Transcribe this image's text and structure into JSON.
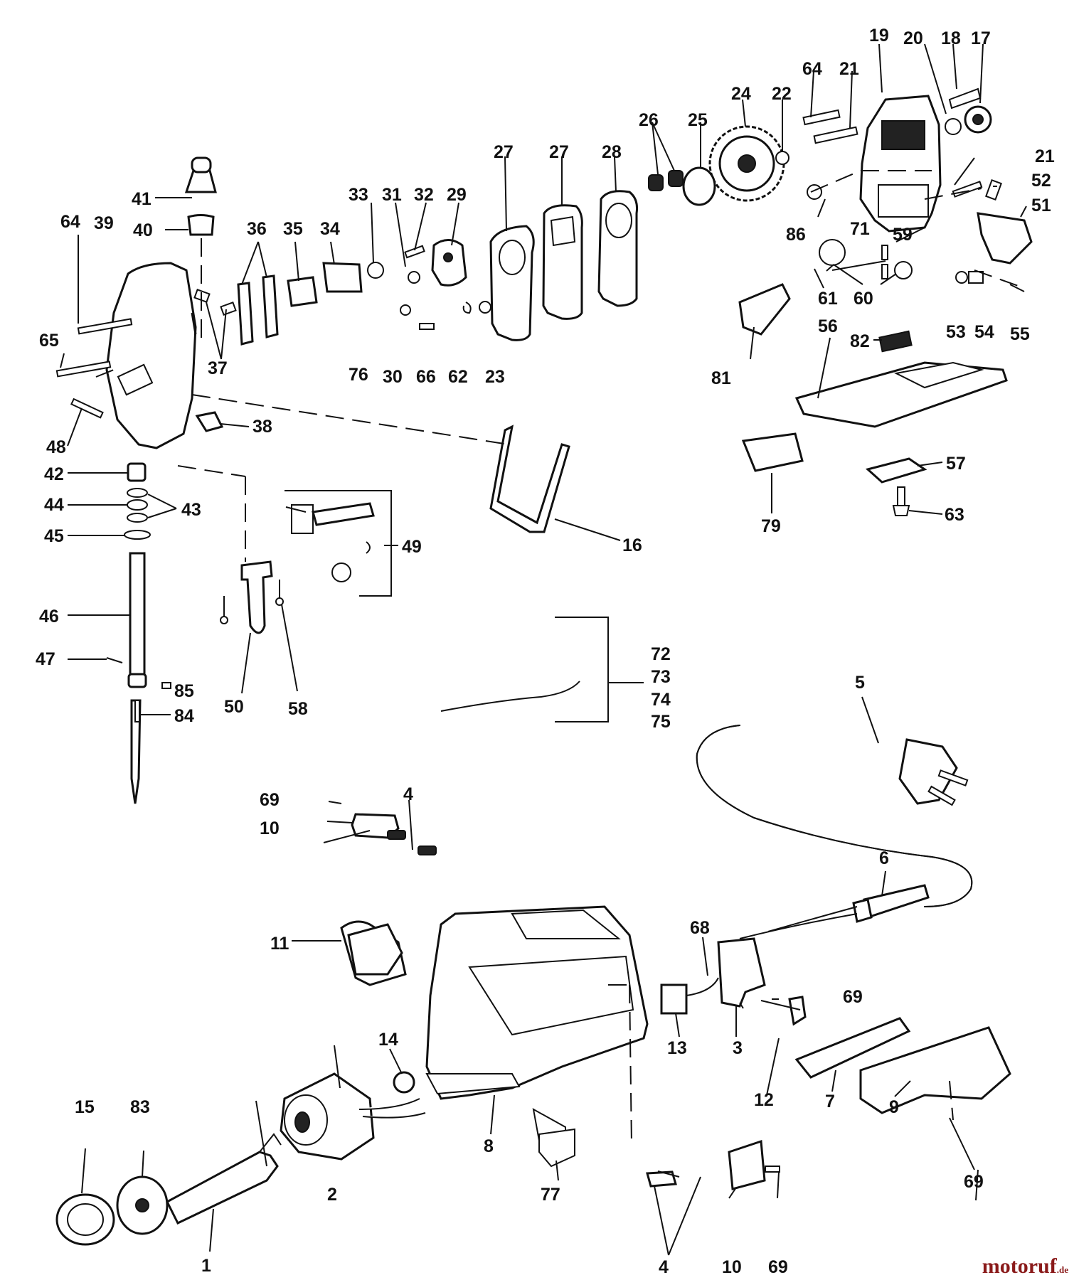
{
  "diagram": {
    "part_labels": [
      {
        "id": "p1",
        "text": "1"
      },
      {
        "id": "p2",
        "text": "2"
      },
      {
        "id": "p3",
        "text": "3"
      },
      {
        "id": "p4a",
        "text": "4"
      },
      {
        "id": "p4b",
        "text": "4"
      },
      {
        "id": "p5",
        "text": "5"
      },
      {
        "id": "p6",
        "text": "6"
      },
      {
        "id": "p7",
        "text": "7"
      },
      {
        "id": "p8",
        "text": "8"
      },
      {
        "id": "p9",
        "text": "9"
      },
      {
        "id": "p10a",
        "text": "10"
      },
      {
        "id": "p10b",
        "text": "10"
      },
      {
        "id": "p11",
        "text": "11"
      },
      {
        "id": "p12",
        "text": "12"
      },
      {
        "id": "p13",
        "text": "13"
      },
      {
        "id": "p14",
        "text": "14"
      },
      {
        "id": "p15",
        "text": "15"
      },
      {
        "id": "p16",
        "text": "16"
      },
      {
        "id": "p17",
        "text": "17"
      },
      {
        "id": "p18",
        "text": "18"
      },
      {
        "id": "p19",
        "text": "19"
      },
      {
        "id": "p20",
        "text": "20"
      },
      {
        "id": "p21a",
        "text": "21"
      },
      {
        "id": "p21b",
        "text": "21"
      },
      {
        "id": "p22",
        "text": "22"
      },
      {
        "id": "p23",
        "text": "23"
      },
      {
        "id": "p24",
        "text": "24"
      },
      {
        "id": "p25",
        "text": "25"
      },
      {
        "id": "p26",
        "text": "26"
      },
      {
        "id": "p27a",
        "text": "27"
      },
      {
        "id": "p27b",
        "text": "27"
      },
      {
        "id": "p28",
        "text": "28"
      },
      {
        "id": "p29",
        "text": "29"
      },
      {
        "id": "p30",
        "text": "30"
      },
      {
        "id": "p31",
        "text": "31"
      },
      {
        "id": "p32",
        "text": "32"
      },
      {
        "id": "p33",
        "text": "33"
      },
      {
        "id": "p34",
        "text": "34"
      },
      {
        "id": "p35",
        "text": "35"
      },
      {
        "id": "p36",
        "text": "36"
      },
      {
        "id": "p37",
        "text": "37"
      },
      {
        "id": "p38",
        "text": "38"
      },
      {
        "id": "p39",
        "text": "39"
      },
      {
        "id": "p40",
        "text": "40"
      },
      {
        "id": "p41",
        "text": "41"
      },
      {
        "id": "p42",
        "text": "42"
      },
      {
        "id": "p43",
        "text": "43"
      },
      {
        "id": "p44",
        "text": "44"
      },
      {
        "id": "p45",
        "text": "45"
      },
      {
        "id": "p46",
        "text": "46"
      },
      {
        "id": "p47",
        "text": "47"
      },
      {
        "id": "p48",
        "text": "48"
      },
      {
        "id": "p49",
        "text": "49"
      },
      {
        "id": "p50",
        "text": "50"
      },
      {
        "id": "p51",
        "text": "51"
      },
      {
        "id": "p52",
        "text": "52"
      },
      {
        "id": "p53",
        "text": "53"
      },
      {
        "id": "p54",
        "text": "54"
      },
      {
        "id": "p55",
        "text": "55"
      },
      {
        "id": "p56",
        "text": "56"
      },
      {
        "id": "p57",
        "text": "57"
      },
      {
        "id": "p58",
        "text": "58"
      },
      {
        "id": "p59",
        "text": "59"
      },
      {
        "id": "p60",
        "text": "60"
      },
      {
        "id": "p61",
        "text": "61"
      },
      {
        "id": "p62",
        "text": "62"
      },
      {
        "id": "p63",
        "text": "63"
      },
      {
        "id": "p64a",
        "text": "64"
      },
      {
        "id": "p64b",
        "text": "64"
      },
      {
        "id": "p65",
        "text": "65"
      },
      {
        "id": "p66",
        "text": "66"
      },
      {
        "id": "p68",
        "text": "68"
      },
      {
        "id": "p69a",
        "text": "69"
      },
      {
        "id": "p69b",
        "text": "69"
      },
      {
        "id": "p69c",
        "text": "69"
      },
      {
        "id": "p69d",
        "text": "69"
      },
      {
        "id": "p71",
        "text": "71"
      },
      {
        "id": "p72",
        "text": "72"
      },
      {
        "id": "p73",
        "text": "73"
      },
      {
        "id": "p74",
        "text": "74"
      },
      {
        "id": "p75",
        "text": "75"
      },
      {
        "id": "p76",
        "text": "76"
      },
      {
        "id": "p77",
        "text": "77"
      },
      {
        "id": "p79",
        "text": "79"
      },
      {
        "id": "p81",
        "text": "81"
      },
      {
        "id": "p82",
        "text": "82"
      },
      {
        "id": "p83",
        "text": "83"
      },
      {
        "id": "p84",
        "text": "84"
      },
      {
        "id": "p85",
        "text": "85"
      },
      {
        "id": "p86",
        "text": "86"
      }
    ]
  },
  "watermark": {
    "name": "motoruf",
    "tld": ".de"
  }
}
